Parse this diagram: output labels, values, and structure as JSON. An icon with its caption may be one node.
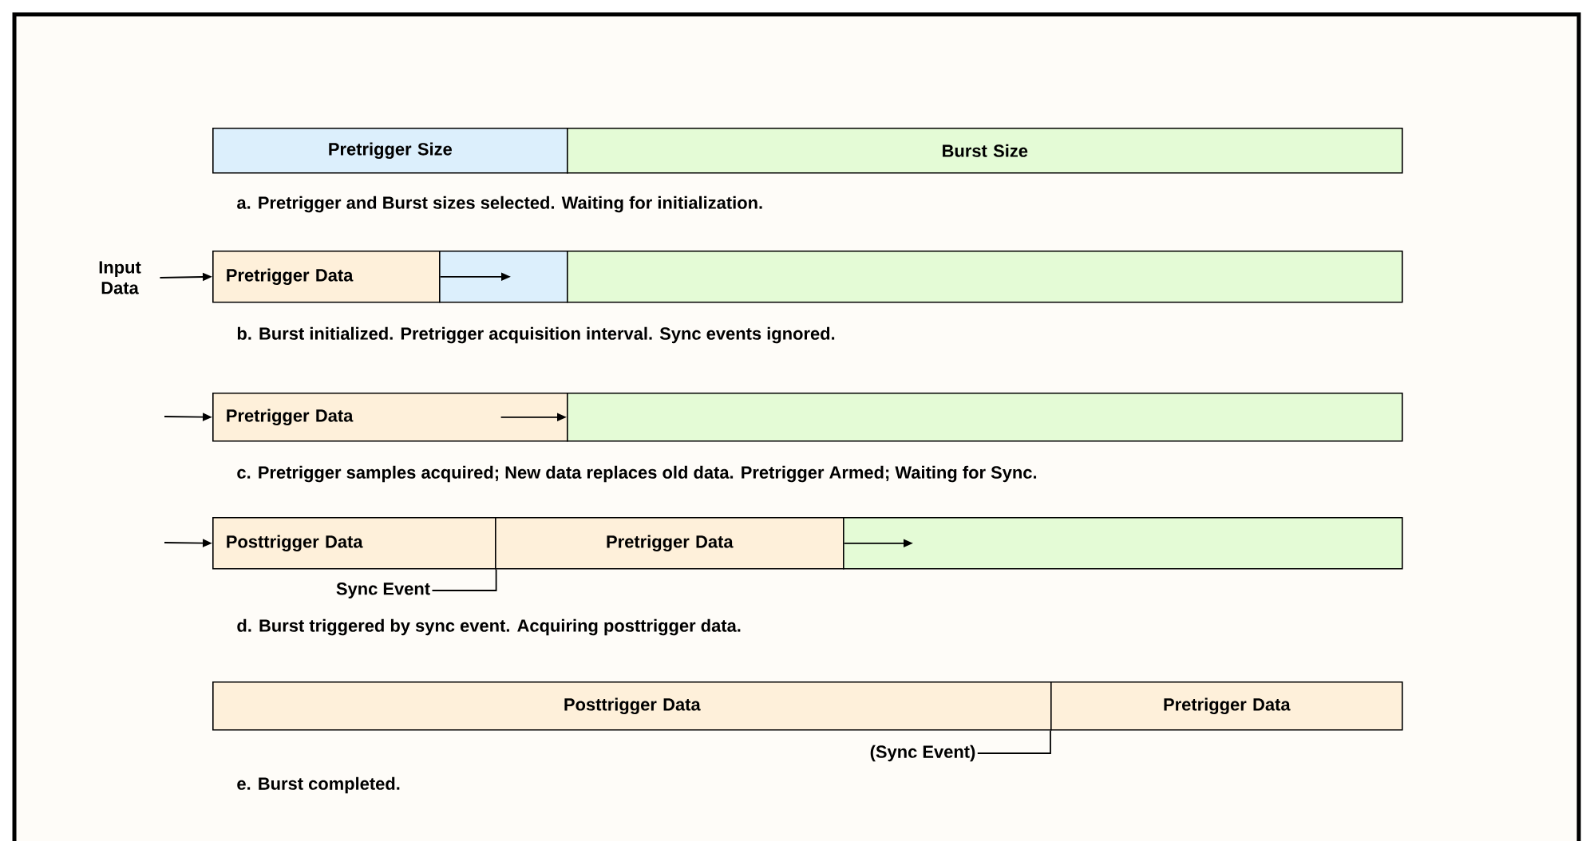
{
  "diagram": {
    "nodes": [
      {
        "text": [
          "Pretrigger Size"
        ]
      },
      {
        "text": [
          "Burst Size"
        ]
      },
      {
        "text": [
          "Input Data"
        ]
      },
      {
        "text": [
          "Pretrigger Data"
        ]
      },
      {
        "text": [],
        "shape": "box"
      },
      {
        "text": [],
        "shape": "box"
      },
      {
        "text": [
          "Pretrigger Data"
        ]
      },
      {
        "text": [],
        "shape": "box"
      },
      {
        "text": [
          "Posttrigger Data"
        ]
      },
      {
        "text": [
          "Pretrigger Data"
        ]
      },
      {
        "text": [],
        "shape": "box"
      },
      {
        "text": [
          "Sync Event"
        ]
      },
      {
        "text": [
          "Posttrigger Data"
        ]
      },
      {
        "text": [
          "Pretrigger Data"
        ]
      },
      {
        "text": [
          "(Sync Event)"
        ]
      }
    ],
    "edges": [
      {
        "from": 2,
        "to": 3,
        "arrow": "to"
      },
      {
        "from": 3,
        "to": 4,
        "arrow": "to"
      },
      {
        "from": null,
        "to": 6,
        "arrow": "to"
      },
      {
        "from": 6,
        "to": 7,
        "arrow": "to"
      },
      {
        "from": null,
        "to": 8,
        "arrow": "to"
      },
      {
        "from": 9,
        "to": 10,
        "arrow": "to"
      },
      {
        "from": 11,
        "to": 8,
        "arrow": "none"
      },
      {
        "from": 14,
        "to": 13,
        "arrow": "none"
      }
    ],
    "labels": [
      "a.  Pretrigger and Burst sizes selected.  Waiting for initialization.",
      "b.  Burst initialized.  Pretrigger acquisition interval.  Sync events ignored.",
      "c.  Pretrigger samples acquired;  New data replaces old data.  Pretrigger Armed; Waiting for Sync.",
      "d.  Burst triggered by sync event.   Acquiring posttrigger data.",
      "e.  Burst completed."
    ]
  }
}
